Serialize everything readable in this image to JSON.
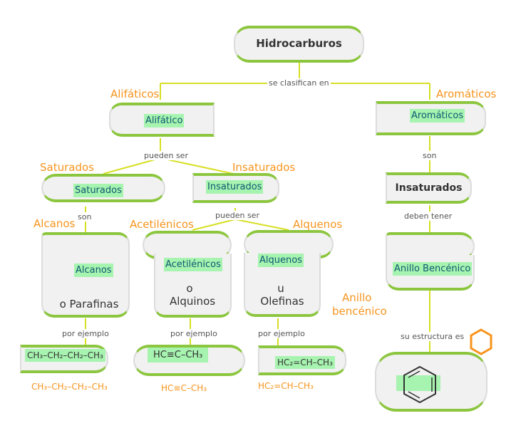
{
  "root": "Hidrocarburos",
  "edges": {
    "classified": "se clasifican en",
    "can_be": "pueden ser",
    "are": "son",
    "are_right": "son",
    "can_be_2": "pueden ser",
    "must_have": "deben tener",
    "example_1": "por ejemplo",
    "example_2": "por ejemplo",
    "example_3": "por ejemplo",
    "structure": "su estructura es"
  },
  "labels": {
    "alifaticos": "Alifáticos",
    "aromaticos": "Aromáticos",
    "saturados": "Saturados",
    "insaturados": "Insaturados",
    "alcanos": "Alcanos",
    "acetilenicos": "Acetilénicos",
    "alquenos": "Alquenos",
    "anillo_1": "Anillo",
    "anillo_2": "bencénico"
  },
  "nodes": {
    "alifatico": "Alifático",
    "aromaticos": "Aromáticos",
    "saturados": "Saturados",
    "insaturados": "Insaturados",
    "insaturados_right": "Insaturados",
    "alcanos": "Alcanos",
    "alcanos_alt": "o Parafinas",
    "acetilenicos": "Acetilénicos",
    "acetilenicos_o": "o",
    "acetilenicos_alt": "Alquinos",
    "alquenos": "Alquenos",
    "alquenos_o": "u",
    "alquenos_alt": "Olefinas",
    "anillo": "Anillo Bencénico"
  },
  "formulas": {
    "alcane_box": "CH₃–CH₂–CH₂–CH₃",
    "alcane_text": "CH₃–CH₂–CH₂–CH₃",
    "alkyne_box": "HC≡C–CH₃",
    "alkyne_text": "HC≡C–CH₃",
    "alkene_box": "HC₂=CH–CH₃",
    "alkene_text": "HC₂=CH–CH₃"
  },
  "colors": {
    "accent_green": "#8cc63f",
    "line": "#d7df23",
    "orange": "#f7941d",
    "highlight": "#a7f3b0"
  }
}
